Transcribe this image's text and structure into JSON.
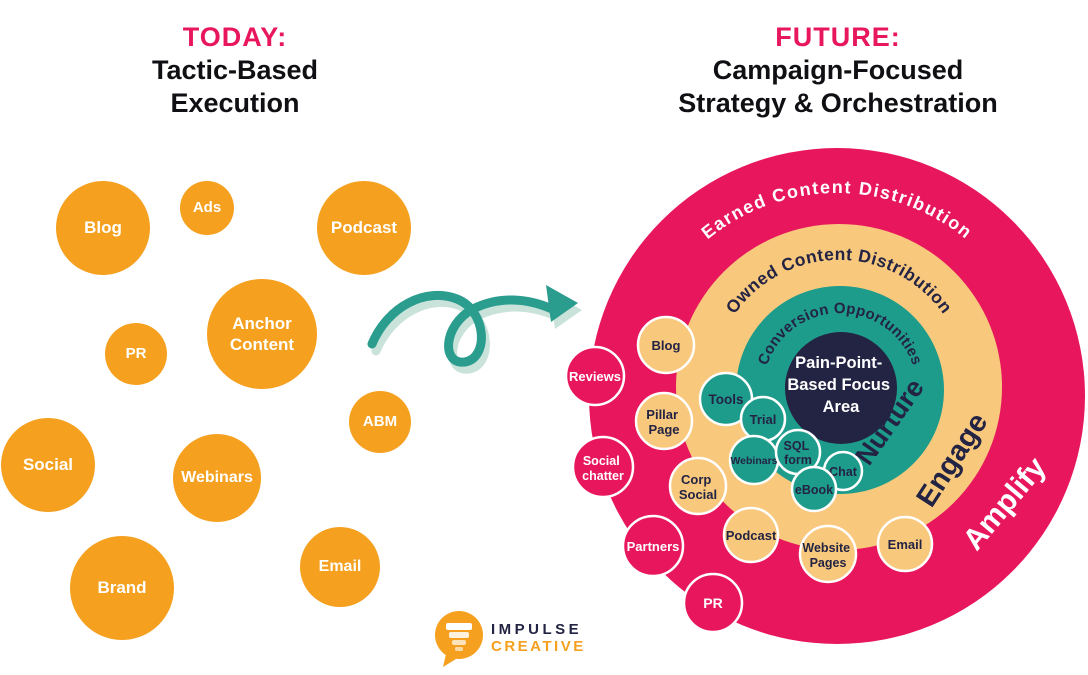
{
  "colors": {
    "pink": "#E8175D",
    "orange": "#F5A01E",
    "tan": "#F8C87D",
    "teal": "#1E9C8B",
    "navy": "#232343",
    "white": "#FFFFFF"
  },
  "today": {
    "heading": "TODAY:",
    "subheading_line1": "Tactic-Based",
    "subheading_line2": "Execution",
    "bubbles": [
      {
        "label": "Blog"
      },
      {
        "label": "Ads"
      },
      {
        "label": "Podcast"
      },
      {
        "label": "PR"
      },
      {
        "label": "Anchor Content"
      },
      {
        "label": "ABM"
      },
      {
        "label": "Social"
      },
      {
        "label": "Webinars"
      },
      {
        "label": "Brand"
      },
      {
        "label": "Email"
      }
    ]
  },
  "future": {
    "heading": "FUTURE:",
    "subheading_line1": "Campaign-Focused",
    "subheading_line2": "Strategy & Orchestration",
    "ring_titles": {
      "earned": "Earned Content Distribution",
      "owned": "Owned Content Distribution",
      "conversion": "Conversion Opportunities"
    },
    "stages": {
      "amplify": "Amplify",
      "engage": "Engage",
      "nurture": "Nurture"
    },
    "center": {
      "lines": [
        "Pain-Point-",
        "Based Focus",
        "Area"
      ]
    },
    "earned_nodes": [
      {
        "label": "Reviews"
      },
      {
        "lines": [
          "Social",
          "chatter"
        ]
      },
      {
        "label": "Partners"
      },
      {
        "label": "PR"
      }
    ],
    "owned_nodes": [
      {
        "label": "Blog"
      },
      {
        "lines": [
          "Pillar",
          "Page"
        ]
      },
      {
        "lines": [
          "Corp",
          "Social"
        ]
      },
      {
        "label": "Podcast"
      },
      {
        "lines": [
          "Website",
          "Pages"
        ]
      },
      {
        "label": "Email"
      }
    ],
    "conversion_nodes": [
      {
        "label": "Tools"
      },
      {
        "label": "Trial"
      },
      {
        "label": "Webinars"
      },
      {
        "lines": [
          "SQL",
          "form"
        ]
      },
      {
        "label": "Chat"
      },
      {
        "label": "eBook"
      }
    ]
  },
  "logo": {
    "line1": "IMPULSE",
    "line2": "CREATIVE"
  }
}
